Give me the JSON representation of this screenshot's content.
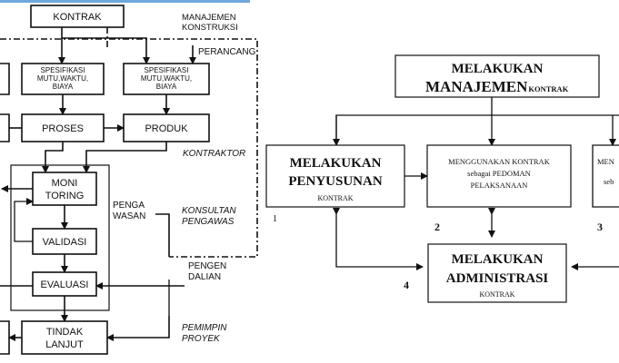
{
  "left_diagram": {
    "kontrak": "KONTRAK",
    "manajemen_konstruksi": [
      "MANAJEMEN",
      "KONSTRUKSI"
    ],
    "perancang": "PERANCANG",
    "spesifikasi_1": [
      "SPESIFIKASI",
      "MUTU,WAKTU,",
      "BIAYA"
    ],
    "spesifikasi_2": [
      "SPESIFIKASI",
      "MUTU,WAKTU,",
      "BIAYA"
    ],
    "proses": "PROSES",
    "produk": "PRODUK",
    "kontraktor": "KONTRAKTOR",
    "monitoring": [
      "MONI",
      "TORING"
    ],
    "pengawasan": [
      "PENGA",
      "WASAN"
    ],
    "konsultan_pengawas": [
      "KONSULTAN",
      "PENGAWAS"
    ],
    "validasi": "VALIDASI",
    "pengendalian": [
      "PENGEN",
      "DALIAN"
    ],
    "evaluasi": "EVALUASI",
    "tindak_lanjut": [
      "TINDAK",
      "LANJUT"
    ],
    "pemimpin_proyek": [
      "PEMIMPIN",
      "PROYEK"
    ]
  },
  "right_diagram": {
    "manajemen": {
      "line1": "MELAKUKAN",
      "line2": "MANAJEMEN",
      "suffix": "KONTRAK"
    },
    "penyusunan": {
      "line1": "MELAKUKAN",
      "line2": "PENYUSUNAN",
      "line3": "KONTRAK",
      "number": "1"
    },
    "menggunakan": {
      "line1": "MENGGUNAKAN KONTRAK",
      "line2": "sebagai PEDOMAN",
      "line3": "PELAKSANAAN",
      "number": "2"
    },
    "box3_partial": {
      "line1": "MEN",
      "line2": "seb",
      "number": "3"
    },
    "administrasi": {
      "line1": "MELAKUKAN",
      "line2": "ADMINISTRASI",
      "line3": "KONTRAK",
      "number": "4"
    }
  }
}
